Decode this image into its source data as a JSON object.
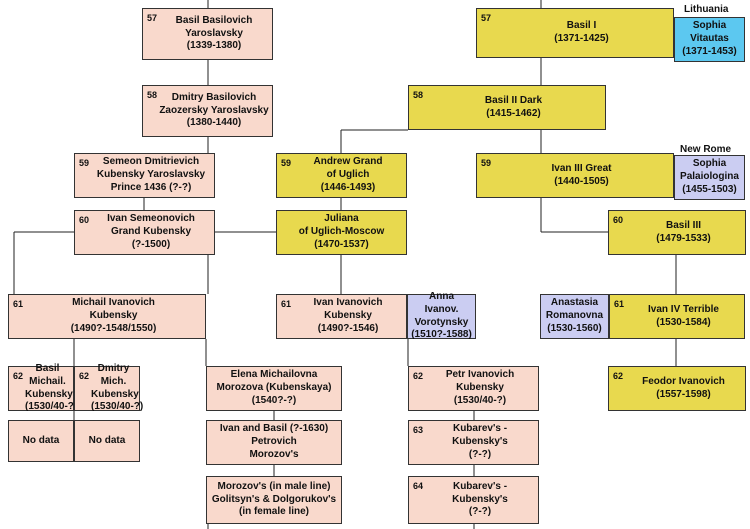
{
  "colors": {
    "pink": "#f9d9cc",
    "yellow": "#e8d94e",
    "blue": "#5cc8f0",
    "lavender": "#cbcdf2"
  },
  "labels": {
    "lithuania": "Lithuania",
    "new_rome": "New Rome"
  },
  "nodes": {
    "basil_yaroslavsky": {
      "gen": "57",
      "name": "Basil Basilovich\nYaroslavsky",
      "dates": "(1339-1380)"
    },
    "dmitry_zaozersky": {
      "gen": "58",
      "name": "Dmitry Basilovich\nZaozersky Yaroslavsky",
      "dates": "(1380-1440)"
    },
    "semeon_kubensky": {
      "gen": "59",
      "name": "Semeon Dmitrievich\nKubensky Yaroslavsky",
      "dates": "Prince 1436 (?-?)"
    },
    "ivan_semeonovich": {
      "gen": "60",
      "name": "Ivan Semeonovich\nGrand Kubensky",
      "dates": "(?-1500)"
    },
    "michail_ivanovich": {
      "gen": "61",
      "name": "Michail Ivanovich\nKubensky",
      "dates": "(1490?-1548/1550)"
    },
    "basil_michail": {
      "gen": "62",
      "name": "Basil Michail.\nKubensky",
      "dates": "(1530/40-?)"
    },
    "dmitry_mich": {
      "gen": "62",
      "name": "Dmitry Mich.\nKubensky",
      "dates": "(1530/40-?)"
    },
    "no_data_1": {
      "name": "No data"
    },
    "no_data_2": {
      "name": "No data"
    },
    "elena_morozova": {
      "name": "Elena Michailovna\nMorozova (Kubenskaya)",
      "dates": "(1540?-?)"
    },
    "ivan_basil_morozov": {
      "name": "Ivan and Basil (?-1630)\nPetrovich\nMorozov's"
    },
    "morozovs_line": {
      "name": "Morozov's (in male line)\nGolitsyn's & Dolgorukov's\n(in female line)"
    },
    "ivan_ivanovich": {
      "gen": "61",
      "name": "Ivan Ivanovich\nKubensky",
      "dates": "(1490?-1546)"
    },
    "anna_vorotynsky": {
      "name": "Anna Ivanov.\nVorotynsky",
      "dates": "(1510?-1588)"
    },
    "petr_ivanovich": {
      "gen": "62",
      "name": "Petr Ivanovich\nKubensky",
      "dates": "(1530/40-?)"
    },
    "kubarev_63": {
      "gen": "63",
      "name": "Kubarev's -\nKubensky's",
      "dates": "(?-?)"
    },
    "kubarev_64": {
      "gen": "64",
      "name": "Kubarev's -\nKubensky's",
      "dates": "(?-?)"
    },
    "basil_i": {
      "gen": "57",
      "name": "Basil I",
      "dates": "(1371-1425)"
    },
    "sophia_vitautas": {
      "name": "Sophia\nVitautas",
      "dates": "(1371-1453)"
    },
    "basil_ii": {
      "gen": "58",
      "name": "Basil II Dark",
      "dates": "(1415-1462)"
    },
    "andrew_grand": {
      "gen": "59",
      "name": "Andrew Grand\nof Uglich",
      "dates": "(1446-1493)"
    },
    "juliana": {
      "name": "Juliana\nof Uglich-Moscow",
      "dates": "(1470-1537)"
    },
    "ivan_iii": {
      "gen": "59",
      "name": "Ivan III Great",
      "dates": "(1440-1505)"
    },
    "sophia_palaiologina": {
      "name": "Sophia\nPalaiologina",
      "dates": "(1455-1503)"
    },
    "basil_iii": {
      "gen": "60",
      "name": "Basil III",
      "dates": "(1479-1533)"
    },
    "anastasia": {
      "name": "Anastasia\nRomanovna",
      "dates": "(1530-1560)"
    },
    "ivan_iv": {
      "gen": "61",
      "name": "Ivan IV Terrible",
      "dates": "(1530-1584)"
    },
    "feodor": {
      "gen": "62",
      "name": "Feodor Ivanovich",
      "dates": "(1557-1598)"
    }
  }
}
